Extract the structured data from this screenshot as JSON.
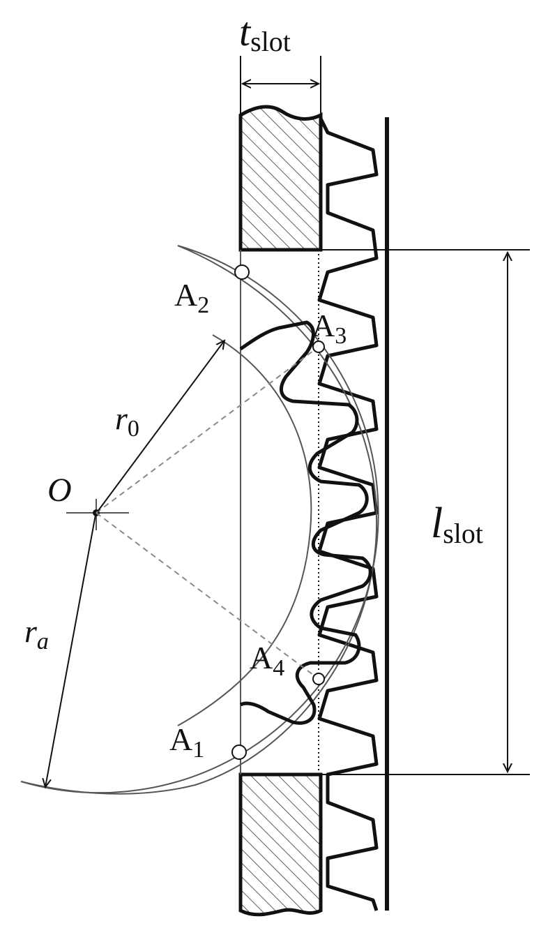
{
  "labels": {
    "t_main": "t",
    "t_sub": "slot",
    "l_main": "l",
    "l_sub": "slot",
    "r0_main": "r",
    "r0_sub": "0",
    "ra_main": "r",
    "ra_sub": "a",
    "O": "O",
    "A1_main": "A",
    "A1_sub": "1",
    "A2_main": "A",
    "A2_sub": "2",
    "A3_main": "A",
    "A3_sub": "3",
    "A4_main": "A",
    "A4_sub": "4"
  },
  "colors": {
    "stroke": "#111111",
    "background": "#ffffff",
    "hatch": "#333333",
    "dash": "#888888"
  }
}
